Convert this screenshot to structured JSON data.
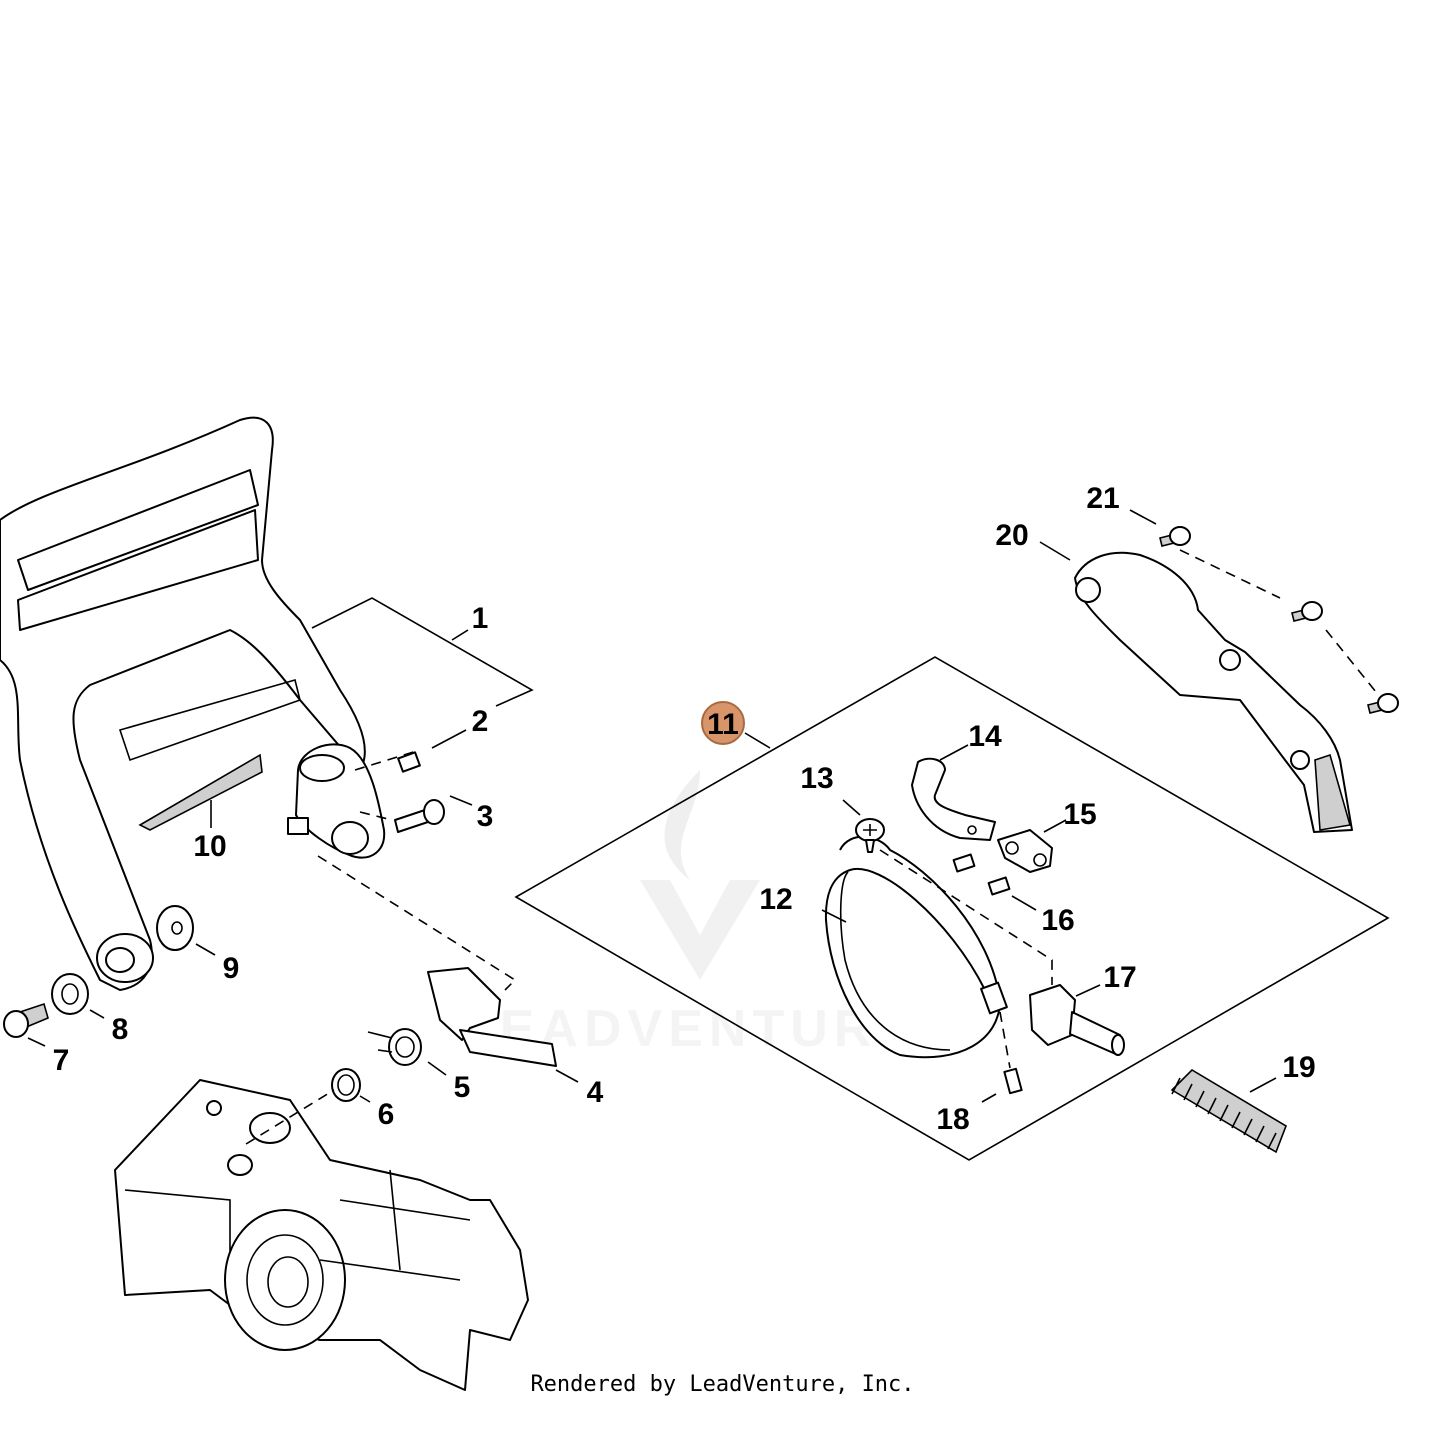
{
  "footer": {
    "credit": "Rendered by LeadVenture, Inc."
  },
  "watermark": {
    "text": "LEADVENTURE"
  },
  "highlight_color": "#d9956a",
  "callouts": {
    "c1": "1",
    "c2": "2",
    "c3": "3",
    "c4": "4",
    "c5": "5",
    "c6": "6",
    "c7": "7",
    "c8": "8",
    "c9": "9",
    "c10": "10",
    "c11": "11",
    "c12": "12",
    "c13": "13",
    "c14": "14",
    "c15": "15",
    "c16": "16",
    "c17": "17",
    "c18": "18",
    "c19": "19",
    "c20": "20",
    "c21": "21"
  }
}
